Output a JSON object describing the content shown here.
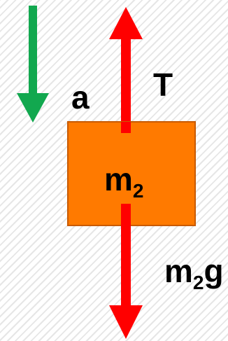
{
  "labels": {
    "acceleration": "a",
    "tension": "T",
    "mass": "m",
    "mass_subscript": "2",
    "weight_mass": "m",
    "weight_subscript": "2",
    "weight_g": "g"
  },
  "colors": {
    "acceleration_arrow": "#12a84f",
    "force_arrows": "#ff0000",
    "block_fill": "#ff7a00",
    "block_stroke": "#c85a00",
    "text": "#000000"
  }
}
